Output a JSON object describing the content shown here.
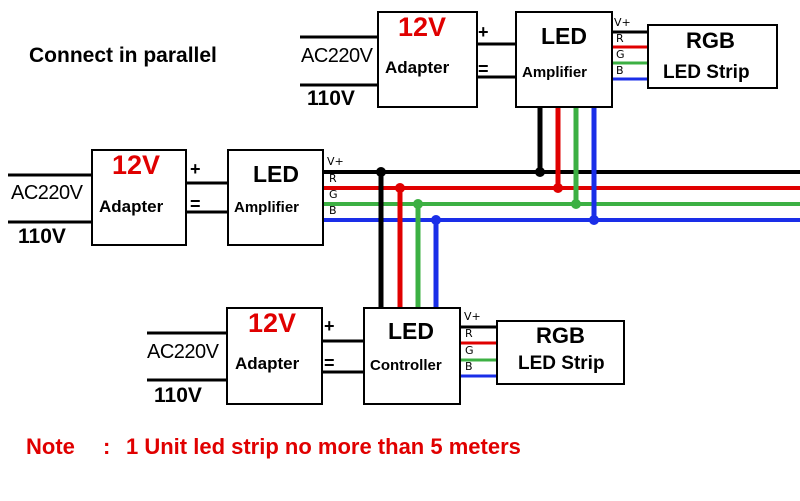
{
  "title": "Connect in parallel",
  "note": {
    "label": "Note",
    "sep": ":",
    "text": "1 Unit led strip no more than 5 meters"
  },
  "labels": {
    "voltage": "12V",
    "adapter": "Adapter",
    "ac_in": "AC220V",
    "ac_alt": "110V",
    "plus": "+",
    "minus": "=",
    "led": "LED",
    "amplifier": "Amplifier",
    "controller": "Controller",
    "rgb": "RGB",
    "strip": "LED Strip",
    "sig_v": "V+",
    "sig_r": "R",
    "sig_g": "G",
    "sig_b": "B"
  },
  "colors": {
    "wire_black": "#000000",
    "wire_red": "#e00000",
    "wire_green": "#3cb043",
    "wire_blue": "#1a2ee8",
    "accent_red": "#e00000"
  }
}
